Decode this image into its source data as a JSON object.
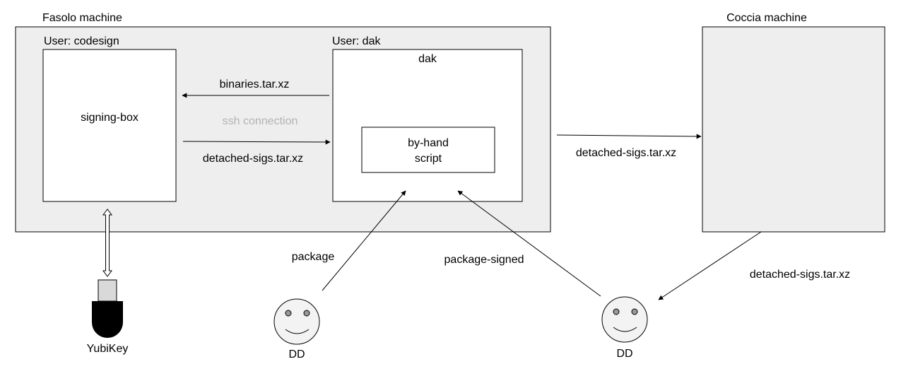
{
  "colors": {
    "machine_fill": "#eeeeee",
    "stroke": "#000000",
    "muted_text": "#b3b3b3",
    "face_fill": "#f3f3f3",
    "eye_fill": "#999999",
    "key_body": "#000000",
    "key_connector": "#d9d9d9"
  },
  "machines": {
    "fasolo": {
      "label": "Fasolo machine"
    },
    "coccia": {
      "label": "Coccia machine"
    }
  },
  "users": {
    "codesign": {
      "label": "User: codesign",
      "box_label": "signing-box"
    },
    "dak": {
      "label": "User: dak",
      "box_label": "dak",
      "script_lines": [
        "by-hand",
        "script"
      ]
    }
  },
  "transfers": {
    "binaries": "binaries.tar.xz",
    "ssh": "ssh connection",
    "sigs_to_box": "detached-sigs.tar.xz",
    "sigs_to_coccia": "detached-sigs.tar.xz",
    "sigs_to_dd": "detached-sigs.tar.xz",
    "package": "package",
    "package_signed": "package-signed"
  },
  "actors": {
    "dd_left": {
      "label": "DD"
    },
    "dd_right": {
      "label": "DD"
    },
    "yubikey": {
      "label": "YubiKey",
      "icon": "usb-key-icon"
    }
  }
}
